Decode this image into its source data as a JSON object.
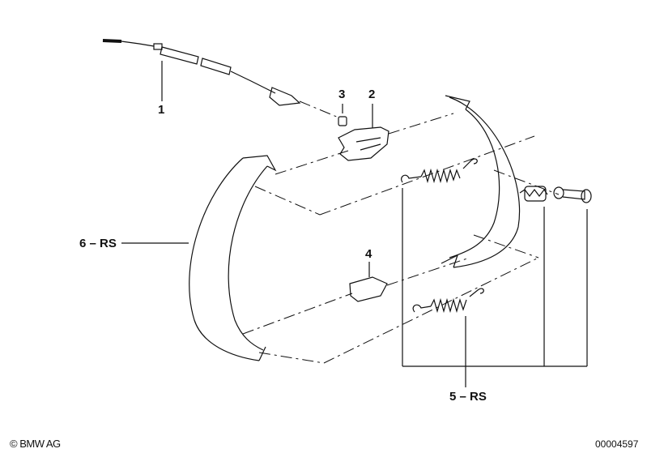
{
  "diagram": {
    "callouts": [
      {
        "id": "1",
        "label": "1"
      },
      {
        "id": "2",
        "label": "2"
      },
      {
        "id": "3",
        "label": "3"
      },
      {
        "id": "4",
        "label": "4"
      },
      {
        "id": "5",
        "label": "5 – RS"
      },
      {
        "id": "6",
        "label": "6 – RS"
      }
    ],
    "line_color": "#111111"
  },
  "footer": {
    "copyright": "© BMW AG",
    "image_number": "00004597"
  }
}
